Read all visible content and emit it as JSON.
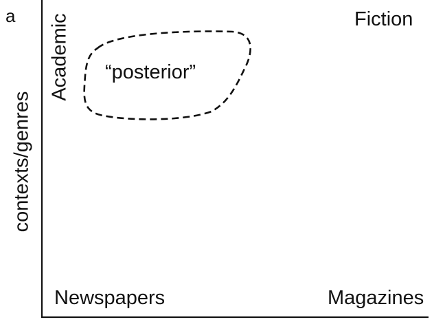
{
  "panel": {
    "label": "a"
  },
  "axis": {
    "y_label": "contexts/genres"
  },
  "genres": {
    "academic": "Academic",
    "fiction": "Fiction",
    "newspapers": "Newspapers",
    "magazines": "Magazines"
  },
  "region": {
    "label": "“posterior”"
  },
  "colors": {
    "ink": "#111111",
    "background": "#ffffff"
  }
}
